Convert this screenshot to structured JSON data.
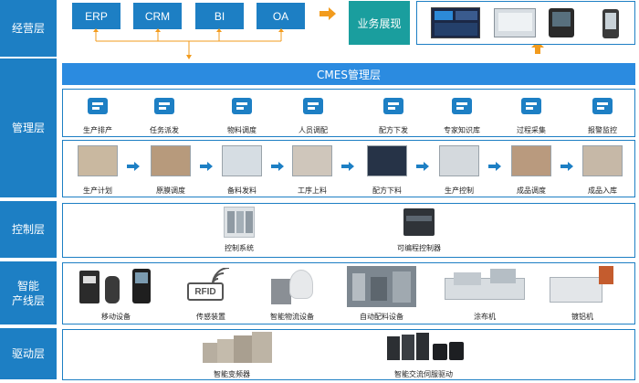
{
  "layers": {
    "business": "经营层",
    "management": "管理层",
    "control": "控制层",
    "production": "智能\n产线层",
    "drive": "驱动层"
  },
  "top_systems": [
    "ERP",
    "CRM",
    "BI",
    "OA"
  ],
  "business_display": "业务展现",
  "cmes_title": "CMES管理层",
  "management_modules": [
    "生产排产",
    "任务派发",
    "物料调度",
    "人员调配",
    "配方下发",
    "专家知识库",
    "过程采集",
    "报警监控"
  ],
  "process_flow": [
    "生产计划",
    "原膜调度",
    "备料发料",
    "工序上料",
    "配方下料",
    "生产控制",
    "成品调度",
    "成品入库"
  ],
  "control_items": [
    "控制系统",
    "可编程控制器"
  ],
  "production_items": [
    "移动设备",
    "传感装置",
    "智能物流设备",
    "自动配料设备",
    "涂布机",
    "镀铝机"
  ],
  "drive_items": [
    "智能变频器",
    "智能交流伺服驱动"
  ],
  "rfid_text": "RFID",
  "colors": {
    "primary": "#1d7fc4",
    "teal": "#1a9e9e",
    "orange": "#f29b1d",
    "arrow_blue": "#1d7fc4"
  }
}
